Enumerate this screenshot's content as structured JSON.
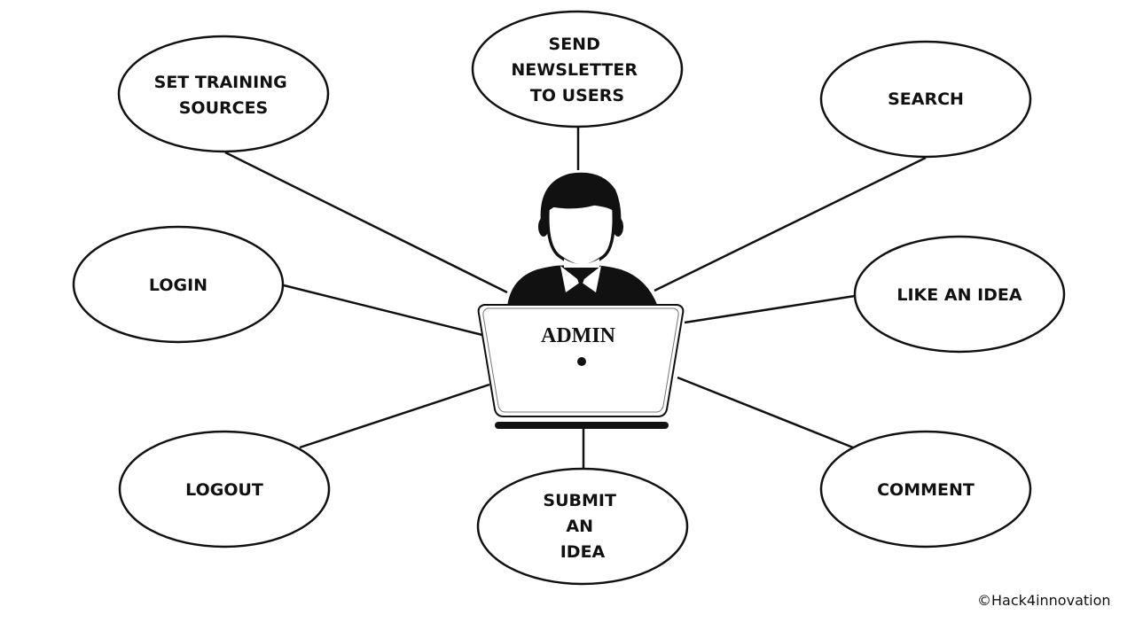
{
  "diagram": {
    "actor": {
      "label": "ADMIN",
      "icon": "admin-at-laptop-icon"
    },
    "use_cases": [
      {
        "id": "set-training-sources",
        "lines": [
          "SET TRAINING",
          "SOURCES"
        ]
      },
      {
        "id": "send-newsletter",
        "lines": [
          "SEND",
          "NEWSLETTER",
          "TO USERS"
        ]
      },
      {
        "id": "search",
        "lines": [
          "SEARCH"
        ]
      },
      {
        "id": "login",
        "lines": [
          "LOGIN"
        ]
      },
      {
        "id": "like-an-idea",
        "lines": [
          "LIKE AN IDEA"
        ]
      },
      {
        "id": "logout",
        "lines": [
          "LOGOUT"
        ]
      },
      {
        "id": "submit-an-idea",
        "lines": [
          "SUBMIT",
          "AN",
          "IDEA"
        ]
      },
      {
        "id": "comment",
        "lines": [
          "COMMENT"
        ]
      }
    ],
    "colors": {
      "stroke": "#111111",
      "fill": "#ffffff",
      "figure": "#111111"
    }
  },
  "copyright": "©Hack4innovation"
}
